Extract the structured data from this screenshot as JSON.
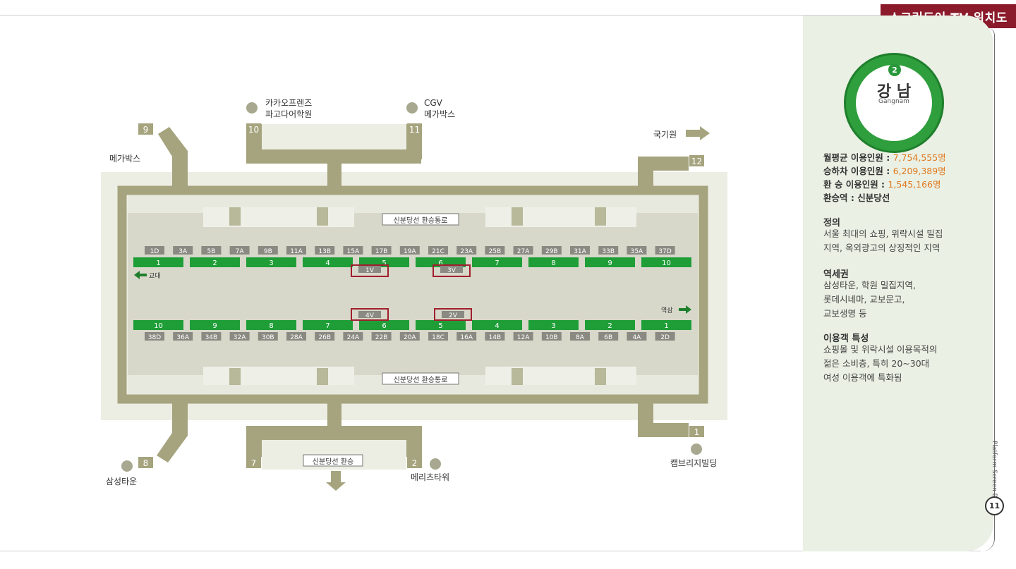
{
  "header": {
    "title": "스크린도어 TV 위치도"
  },
  "station": {
    "line": "2",
    "name_ko": "강 남",
    "name_en": "Gangnam"
  },
  "stats": [
    {
      "label": "월평균 이용인원 :",
      "value": "7,754,555명"
    },
    {
      "label": "승하차 이용인원 :",
      "value": "6,209,389명"
    },
    {
      "label": "환    승 이용인원 :",
      "value": "1,545,166명"
    }
  ],
  "transfer": "환승역 : 신분당선",
  "sections": [
    {
      "title": "정의",
      "lines": [
        "서울 최대의 쇼핑, 위락시설 밀집",
        "지역, 옥외광고의 상징적인 지역"
      ]
    },
    {
      "title": "역세권",
      "lines": [
        "삼성타운, 학원 밀집지역,",
        "롯데시네마, 교보문고,",
        "교보생명 등"
      ]
    },
    {
      "title": "이용객 특성",
      "lines": [
        "쇼핑몰 및 위락시설 이용목적의",
        "젊은 소비층, 특히 20~30대",
        "여성 이용객에 특화됨"
      ]
    }
  ],
  "side_vertical": "Platform Screen Door",
  "page_number": "11",
  "map": {
    "passage_label": "신분당선 환승통로",
    "transfer_label": "신분당선 환승",
    "exits": [
      "9",
      "10",
      "11",
      "12",
      "1",
      "2",
      "7",
      "8"
    ],
    "landmarks": {
      "exit9": "메가박스",
      "exit10": [
        "카카오프렌즈",
        "파고다어학원"
      ],
      "exit11": [
        "CGV",
        "메가박스"
      ],
      "exit12": "국기원",
      "exit1": "캠브리지빌딩",
      "exit2": "메리츠타워",
      "exit8": "삼성타운"
    },
    "direction_top": "교대",
    "direction_bottom": "역삼",
    "top_codes": [
      "1D",
      "3A",
      "5B",
      "7A",
      "9B",
      "11A",
      "13B",
      "15A",
      "17B",
      "19A",
      "21C",
      "23A",
      "25B",
      "27A",
      "29B",
      "31A",
      "33B",
      "35A",
      "37D"
    ],
    "top_cars": [
      "1",
      "2",
      "3",
      "4",
      "5",
      "6",
      "7",
      "8",
      "9",
      "10"
    ],
    "bottom_codes": [
      "38D",
      "36A",
      "34B",
      "32A",
      "30B",
      "28A",
      "26B",
      "24A",
      "22B",
      "20A",
      "18C",
      "16A",
      "14B",
      "12A",
      "10B",
      "8A",
      "6B",
      "4A",
      "2D"
    ],
    "bottom_cars": [
      "10",
      "9",
      "8",
      "7",
      "6",
      "5",
      "4",
      "3",
      "2",
      "1"
    ],
    "tv_top": [
      "1V",
      "3V"
    ],
    "tv_bottom": [
      "4V",
      "2V"
    ]
  }
}
